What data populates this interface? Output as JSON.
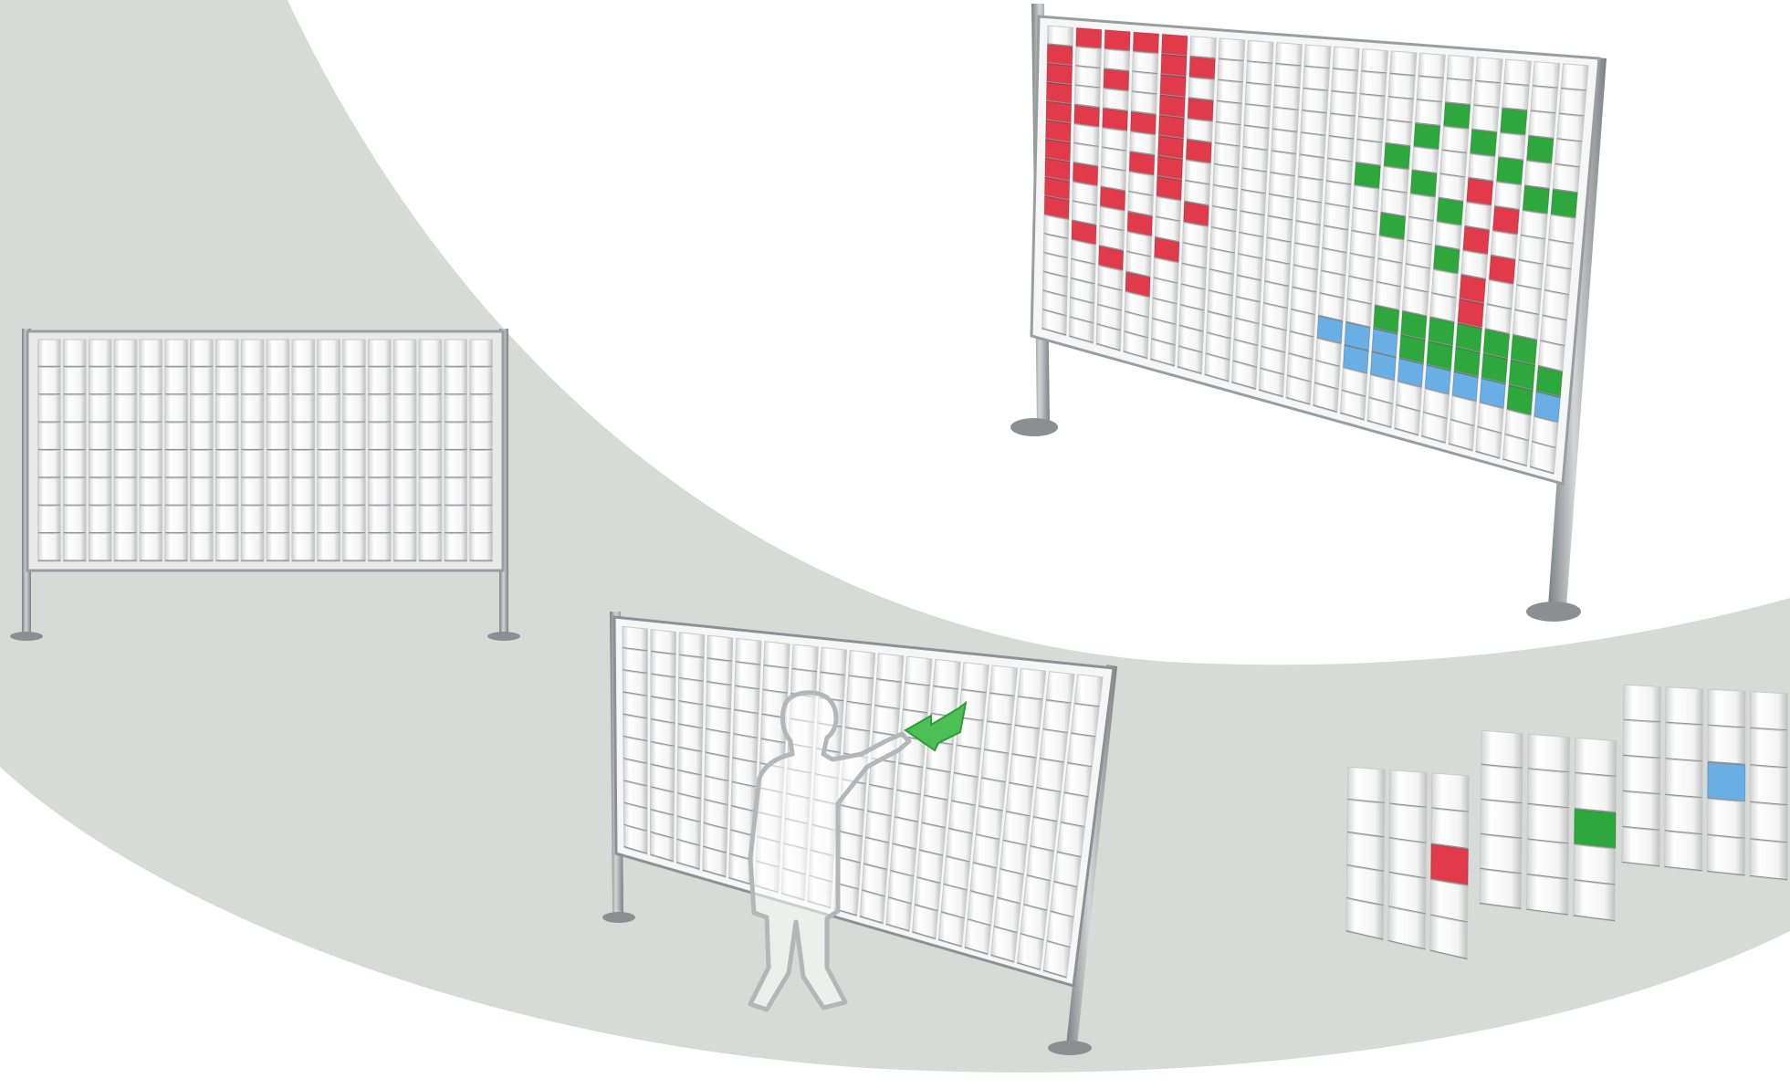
{
  "colors": {
    "background": "#ffffff",
    "band": "#d7dbd8",
    "frame": "#9a9d9f",
    "frame_dark": "#6f7275",
    "board": "#f4f4f4",
    "cup_white": "#f1f1f1",
    "cup_shade": "#c9cacb",
    "red": "#e03a4b",
    "green": "#2ea83c",
    "blue": "#6aaee6",
    "person_outline": "#b5b6b7"
  },
  "icons": {
    "arrow": "hand-arrow-icon",
    "person": "person-silhouette-icon"
  },
  "panels": [
    {
      "name": "blank-wall-panel",
      "columns": 18,
      "rows": 8,
      "colored": []
    },
    {
      "name": "interaction-wall-panel",
      "columns": 17,
      "rows": 10,
      "colored": []
    },
    {
      "name": "pattern-wall-panel",
      "columns": 19,
      "rows": 16,
      "colored": [
        [
          0,
          1,
          "red"
        ],
        [
          0,
          2,
          "red"
        ],
        [
          0,
          3,
          "red"
        ],
        [
          0,
          4,
          "red"
        ],
        [
          0,
          5,
          "red"
        ],
        [
          0,
          6,
          "red"
        ],
        [
          0,
          7,
          "red"
        ],
        [
          0,
          8,
          "red"
        ],
        [
          0,
          9,
          "red"
        ],
        [
          1,
          0,
          "red"
        ],
        [
          1,
          4,
          "red"
        ],
        [
          1,
          7,
          "red"
        ],
        [
          1,
          10,
          "red"
        ],
        [
          2,
          0,
          "red"
        ],
        [
          2,
          2,
          "red"
        ],
        [
          2,
          4,
          "red"
        ],
        [
          2,
          8,
          "red"
        ],
        [
          2,
          11,
          "red"
        ],
        [
          3,
          0,
          "red"
        ],
        [
          3,
          4,
          "red"
        ],
        [
          3,
          6,
          "red"
        ],
        [
          3,
          9,
          "red"
        ],
        [
          3,
          12,
          "red"
        ],
        [
          4,
          0,
          "red"
        ],
        [
          4,
          1,
          "red"
        ],
        [
          4,
          2,
          "red"
        ],
        [
          4,
          3,
          "red"
        ],
        [
          4,
          4,
          "red"
        ],
        [
          4,
          5,
          "red"
        ],
        [
          4,
          6,
          "red"
        ],
        [
          4,
          7,
          "red"
        ],
        [
          4,
          10,
          "red"
        ],
        [
          5,
          1,
          "red"
        ],
        [
          5,
          3,
          "red"
        ],
        [
          5,
          5,
          "red"
        ],
        [
          5,
          8,
          "red"
        ],
        [
          10,
          12,
          "blue"
        ],
        [
          11,
          12,
          "blue"
        ],
        [
          11,
          13,
          "blue"
        ],
        [
          12,
          11,
          "green"
        ],
        [
          12,
          12,
          "blue"
        ],
        [
          12,
          13,
          "blue"
        ],
        [
          13,
          11,
          "green"
        ],
        [
          13,
          12,
          "green"
        ],
        [
          13,
          13,
          "blue"
        ],
        [
          14,
          11,
          "green"
        ],
        [
          14,
          12,
          "green"
        ],
        [
          14,
          13,
          "blue"
        ],
        [
          15,
          11,
          "green"
        ],
        [
          15,
          12,
          "green"
        ],
        [
          15,
          13,
          "blue"
        ],
        [
          16,
          11,
          "green"
        ],
        [
          16,
          12,
          "green"
        ],
        [
          16,
          13,
          "blue"
        ],
        [
          17,
          11,
          "green"
        ],
        [
          17,
          12,
          "green"
        ],
        [
          17,
          13,
          "green"
        ],
        [
          18,
          12,
          "green"
        ],
        [
          18,
          13,
          "blue"
        ],
        [
          11,
          5,
          "green"
        ],
        [
          12,
          4,
          "green"
        ],
        [
          13,
          3,
          "green"
        ],
        [
          14,
          2,
          "green"
        ],
        [
          15,
          3,
          "green"
        ],
        [
          16,
          2,
          "green"
        ],
        [
          17,
          3,
          "green"
        ],
        [
          12,
          7,
          "green"
        ],
        [
          13,
          5,
          "green"
        ],
        [
          14,
          6,
          "green"
        ],
        [
          15,
          5,
          "red"
        ],
        [
          16,
          4,
          "green"
        ],
        [
          17,
          5,
          "green"
        ],
        [
          14,
          8,
          "green"
        ],
        [
          15,
          7,
          "red"
        ],
        [
          15,
          9,
          "red"
        ],
        [
          15,
          10,
          "red"
        ],
        [
          16,
          6,
          "red"
        ],
        [
          16,
          8,
          "red"
        ],
        [
          18,
          5,
          "green"
        ]
      ]
    }
  ],
  "zoom_detail": {
    "name": "zoom-detail",
    "highlights": [
      {
        "column": 2,
        "row": 2,
        "color": "red"
      },
      {
        "column": 5,
        "row": 2,
        "color": "green"
      },
      {
        "column": 8,
        "row": 2,
        "color": "blue"
      }
    ]
  }
}
